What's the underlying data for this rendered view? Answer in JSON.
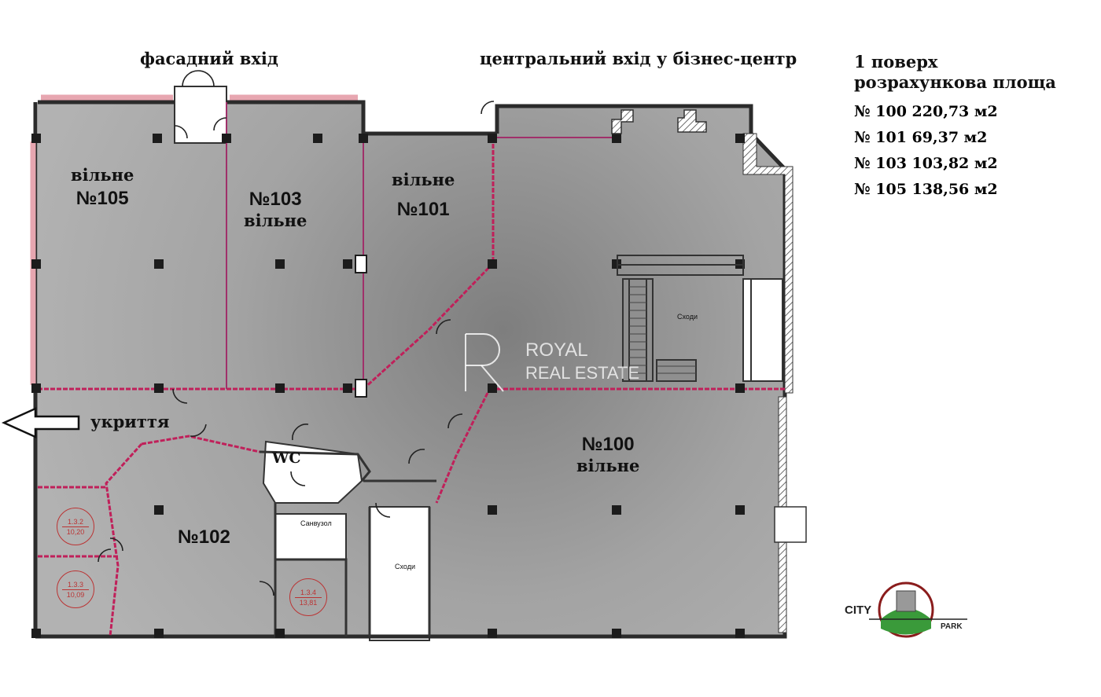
{
  "header": {
    "facade_entrance": "фасадний вхід",
    "central_entrance": "центральний вхід у бізнес-центр"
  },
  "legend": {
    "floor": "1 поверх",
    "calc_area": "розрахункова площа",
    "areas": [
      "№ 100 220,73 м2",
      "№ 101 69,37 м2",
      "№ 103 103,82 м2",
      "№ 105 138,56 м2"
    ]
  },
  "rooms": {
    "r105": {
      "status": "вільне",
      "number": "№105"
    },
    "r103": {
      "number": "№103",
      "status": "вільне"
    },
    "r101": {
      "status": "вільне",
      "number": "№101"
    },
    "r100": {
      "number": "№100",
      "status": "вільне"
    },
    "r102": {
      "number": "№102"
    }
  },
  "labels": {
    "shelter": "укриття",
    "wc": "WC",
    "stairs_main": "Сходи",
    "stairs_small": "Сходи",
    "bathroom": "Санвузол"
  },
  "small_rooms": [
    {
      "code": "1.3.2",
      "area": "10,20"
    },
    {
      "code": "1.3.3",
      "area": "10,09"
    },
    {
      "code": "1.3.4",
      "area": "13,81"
    }
  ],
  "watermark": {
    "line1": "ROYAL",
    "line2": "REAL ESTATE",
    "monogram": "R"
  },
  "logo": {
    "city": "CITY",
    "park": "PARK"
  },
  "colors": {
    "floor": "#a7a7a7",
    "wall": "#2b2b2b",
    "partition": "#c0205a",
    "glass": "#e0a0aa"
  }
}
